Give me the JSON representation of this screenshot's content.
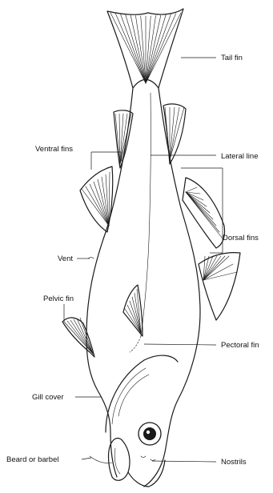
{
  "diagram": {
    "labels": {
      "tail_fin": "Tail fin",
      "lateral_line": "Lateral line",
      "ventral_fins": "Ventral fins",
      "dorsal_fins": "Dorsal fins",
      "vent": "Vent",
      "pelvic_fin": "Pelvic fin",
      "pectoral_fin": "Pectoral fin",
      "gill_cover": "Gill cover",
      "beard_or_barbel": "Beard or barbel",
      "nostrils": "Nostrils"
    },
    "colors": {
      "ink": "#1a1a1a",
      "background": "#ffffff"
    }
  }
}
